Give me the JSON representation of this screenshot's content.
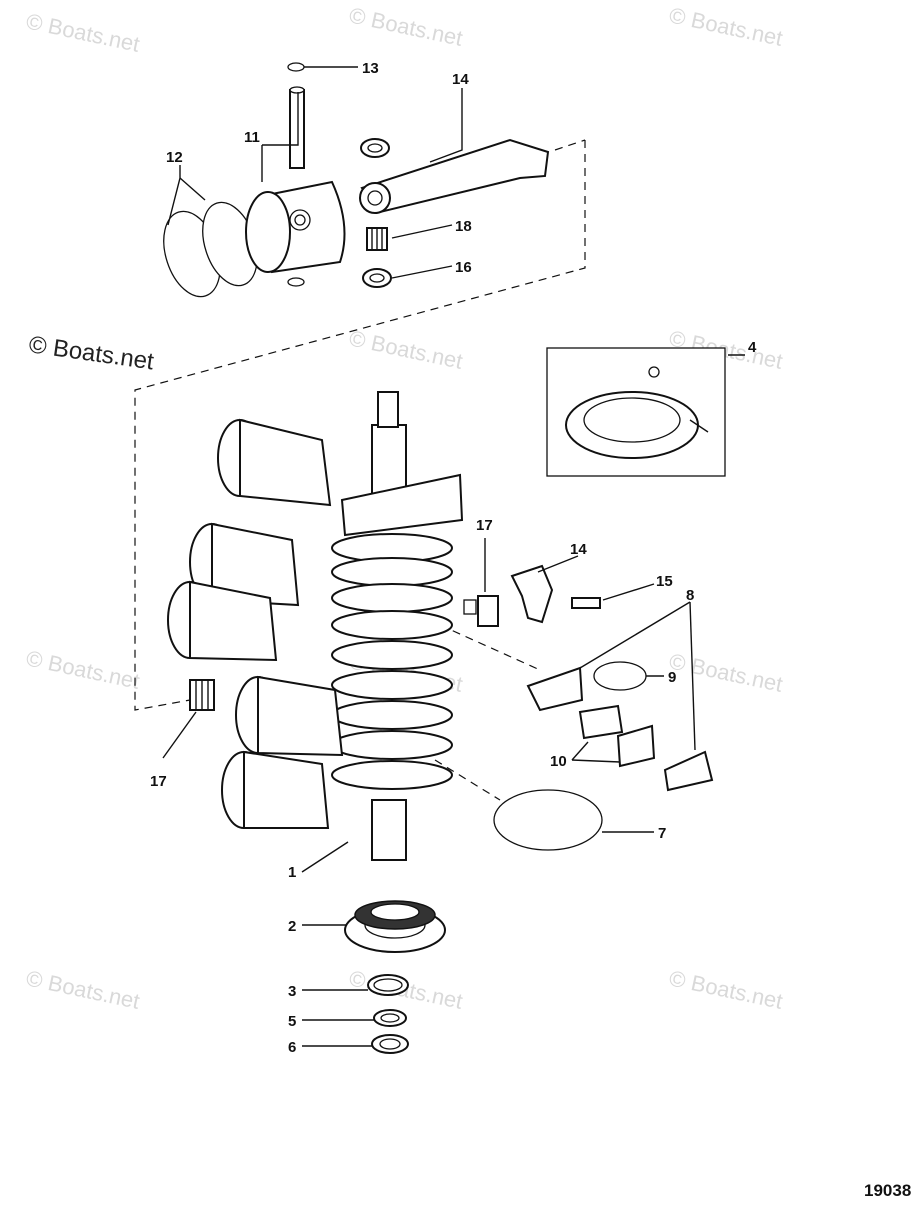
{
  "watermarks": {
    "repeat_text": "© Boats.net",
    "main_text": "© Boats.net"
  },
  "figure_number": "19038",
  "callouts": {
    "c1": "1",
    "c2": "2",
    "c3": "3",
    "c4": "4",
    "c5": "5",
    "c6": "6",
    "c7": "7",
    "c8": "8",
    "c9": "9",
    "c10": "10",
    "c11": "11",
    "c12": "12",
    "c13": "13",
    "c14_top": "14",
    "c14_mid": "14",
    "c15": "15",
    "c16": "16",
    "c17_right": "17",
    "c17_left": "17",
    "c18": "18"
  }
}
